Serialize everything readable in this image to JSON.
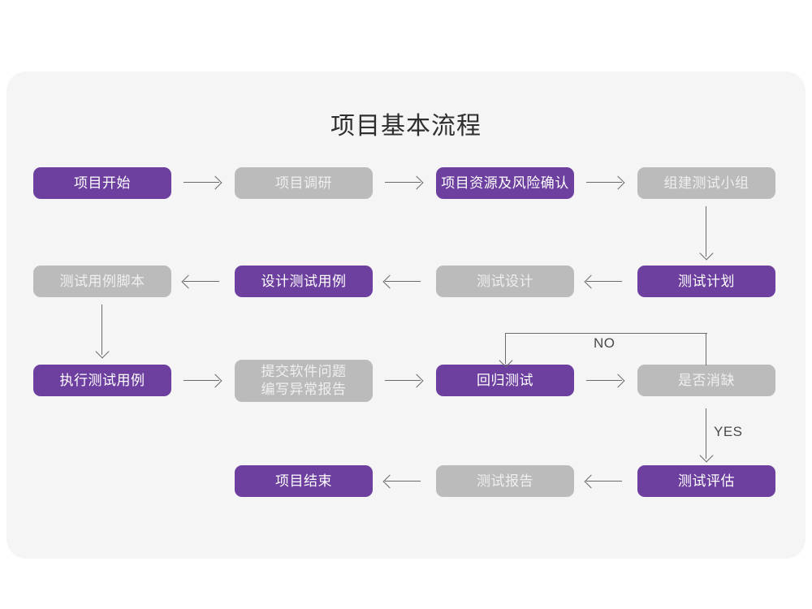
{
  "title": "项目基本流程",
  "colors": {
    "panel_background": "#f5f5f5",
    "page_background": "#ffffff",
    "node_active": "#6d3f9f",
    "node_inactive": "#bbbbbb",
    "node_active_text": "#ffffff",
    "node_inactive_text": "#efefef",
    "connector": "#6b6b6b",
    "title_text": "#2f2f2f"
  },
  "nodes": {
    "r1c1": {
      "label": "项目开始",
      "state": "purple"
    },
    "r1c2": {
      "label": "项目调研",
      "state": "gray"
    },
    "r1c3": {
      "label": "项目资源及风险确认",
      "state": "purple"
    },
    "r1c4": {
      "label": "组建测试小组",
      "state": "gray"
    },
    "r2c1": {
      "label": "测试用例脚本",
      "state": "gray"
    },
    "r2c2": {
      "label": "设计测试用例",
      "state": "purple"
    },
    "r2c3": {
      "label": "测试设计",
      "state": "gray"
    },
    "r2c4": {
      "label": "测试计划",
      "state": "purple"
    },
    "r3c1": {
      "label": "执行测试用例",
      "state": "purple"
    },
    "r3c2": {
      "label": "提交软件问题\n编写异常报告",
      "state": "gray"
    },
    "r3c3": {
      "label": "回归测试",
      "state": "purple"
    },
    "r3c4": {
      "label": "是否消缺",
      "state": "gray"
    },
    "r4c2": {
      "label": "项目结束",
      "state": "purple"
    },
    "r4c3": {
      "label": "测试报告",
      "state": "gray"
    },
    "r4c4": {
      "label": "测试评估",
      "state": "purple"
    }
  },
  "connectors": {
    "no_label": "NO",
    "yes_label": "YES"
  }
}
